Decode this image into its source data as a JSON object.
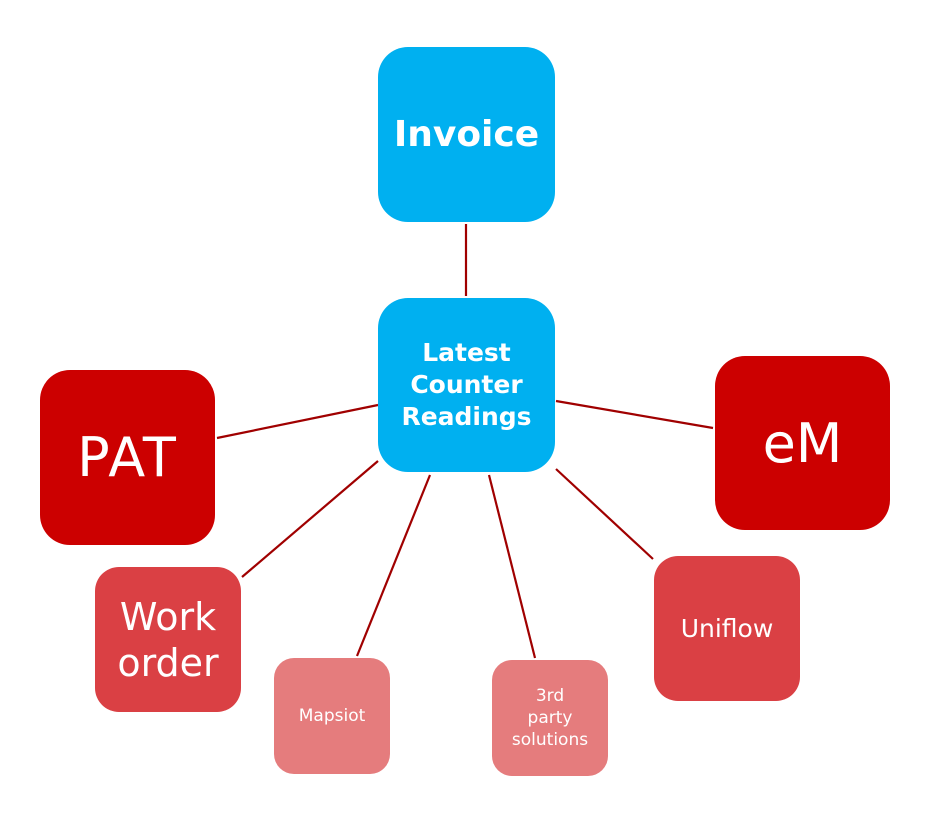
{
  "diagram": {
    "center": {
      "id": "center",
      "label": "Latest\nCounter\nReadings",
      "color": "#00b0f0"
    },
    "nodes": [
      {
        "id": "invoice",
        "label": "Invoice",
        "color": "#00b0f0"
      },
      {
        "id": "pat",
        "label": "PAT",
        "color": "#cc0000"
      },
      {
        "id": "em",
        "label": "eM",
        "color": "#cc0000"
      },
      {
        "id": "work",
        "label": "Work\norder",
        "color": "#da4044"
      },
      {
        "id": "mapsiot",
        "label": "Mapsiot",
        "color": "#e57c7d"
      },
      {
        "id": "third",
        "label": "3rd\nparty\nsolutions",
        "color": "#e57c7d"
      },
      {
        "id": "uniflow",
        "label": "Uniflow",
        "color": "#da4044"
      }
    ],
    "edges": [
      {
        "from": "center",
        "to": "invoice"
      },
      {
        "from": "center",
        "to": "pat"
      },
      {
        "from": "center",
        "to": "em"
      },
      {
        "from": "center",
        "to": "work"
      },
      {
        "from": "center",
        "to": "mapsiot"
      },
      {
        "from": "center",
        "to": "third"
      },
      {
        "from": "center",
        "to": "uniflow"
      }
    ],
    "edge_color": "#a00000"
  }
}
